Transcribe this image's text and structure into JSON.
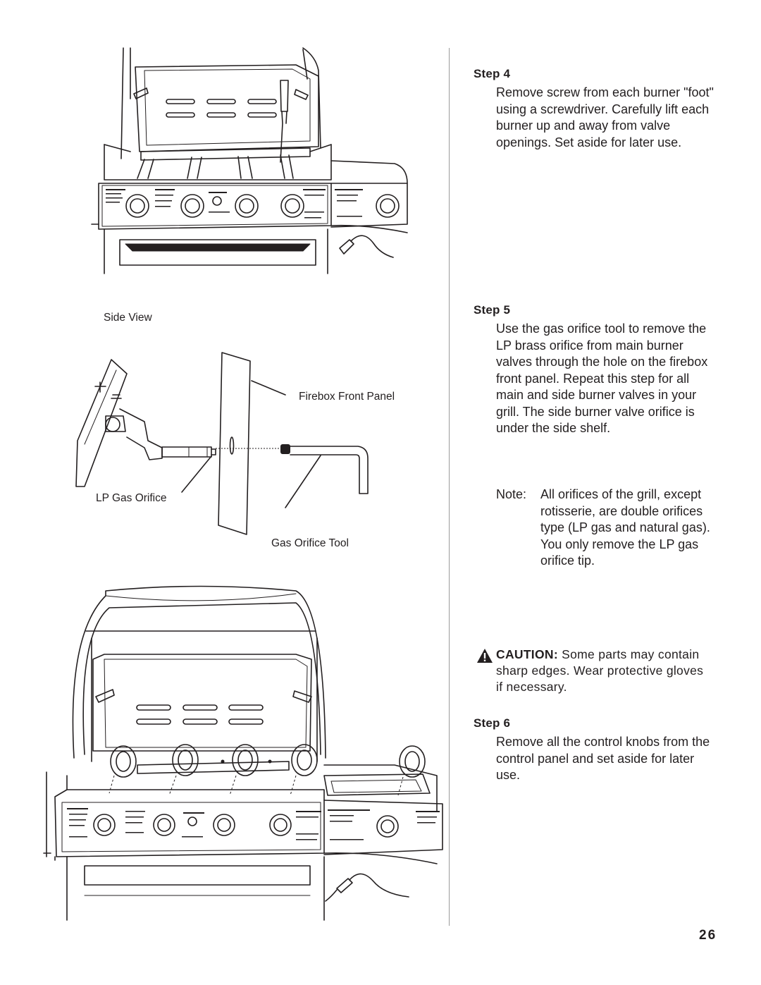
{
  "steps": [
    {
      "heading": "Step 4",
      "text": "Remove screw from each burner \"foot\" using a screwdriver. Carefully lift each burner up and away from valve openings. Set aside for later use."
    },
    {
      "heading": "Step 5",
      "text": "Use the gas orifice tool to remove the LP brass orifice from main burner valves through the hole on the firebox front panel. Repeat this step for all main and side burner valves in your grill. The side burner valve orifice is under the side shelf."
    },
    {
      "heading": "Step 6",
      "text": "Remove all the control knobs from the control panel and set aside for later use."
    }
  ],
  "note": {
    "label": "Note:",
    "text": "All orifices of the grill, except rotisserie, are double orifices type (LP gas and natural gas). You only remove the LP gas orifice tip."
  },
  "caution": {
    "label": "CAUTION:",
    "text": "Some parts may contain sharp edges. Wear protective gloves if necessary.",
    "icon": "warning-triangle-icon"
  },
  "figure_labels": {
    "side_view": "Side View",
    "firebox_front_panel": "Firebox Front Panel",
    "lp_gas_orifice": "LP Gas Orifice",
    "gas_orifice_tool": "Gas Orifice Tool"
  },
  "page_number": "26"
}
